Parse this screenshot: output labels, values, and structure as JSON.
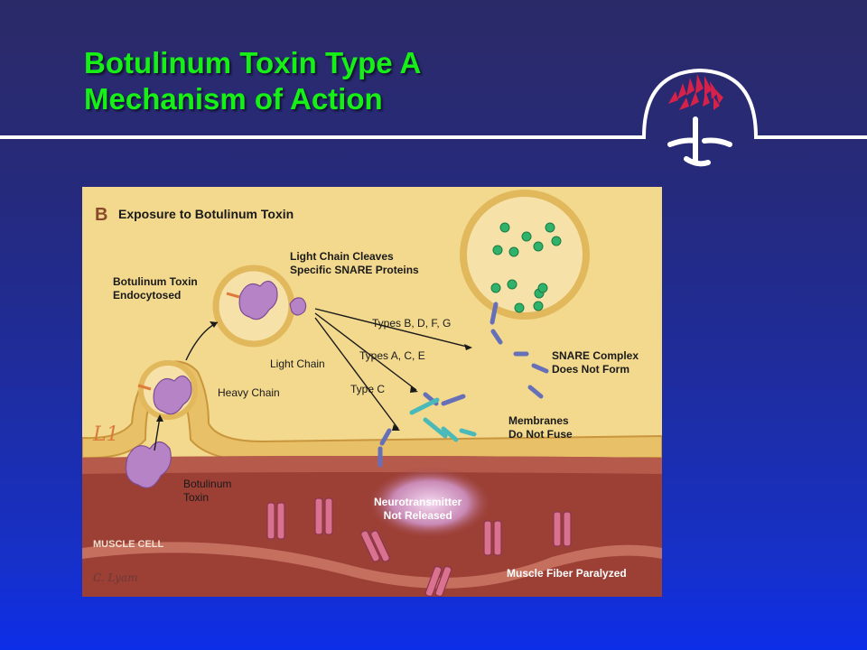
{
  "slide": {
    "title_line1": "Botulinum Toxin Type A",
    "title_line2": "Mechanism of Action"
  },
  "colors": {
    "title": "#16f016",
    "background_top": "#2b2a68",
    "background_bottom": "#0d2ee8",
    "rule": "#ffffff",
    "logo_red": "#d6224a",
    "figure_bg": "#f3d98d",
    "muscle": "#9c3f35",
    "toxin": "#b583c6",
    "vesicle_ring": "#e2b85c",
    "neurotransmitter": "#2fb36a",
    "snare_blue": "#6670b8",
    "snare_teal": "#4ab9b9",
    "receptor": "#d9718f"
  },
  "logo": {
    "icon": "stylized-figure-logo-icon"
  },
  "figure": {
    "panel_letter": "B",
    "panel_title": "Exposure to Botulinum Toxin",
    "labels": {
      "endocytosed_1": "Botulinum Toxin",
      "endocytosed_2": "Endocytosed",
      "cleaves_1": "Light Chain Cleaves",
      "cleaves_2": "Specific SNARE Proteins",
      "types_bdfg": "Types B, D, F, G",
      "types_ace": "Types A, C, E",
      "type_c": "Type C",
      "light_chain": "Light Chain",
      "heavy_chain": "Heavy Chain",
      "snare_1": "SNARE Complex",
      "snare_2": "Does Not Form",
      "membranes_1": "Membranes",
      "membranes_2": "Do Not Fuse",
      "botulinum_1": "Botulinum",
      "botulinum_2": "Toxin",
      "neuro_1": "Neurotransmitter",
      "neuro_2": "Not Released",
      "muscle_cell": "MUSCLE CELL",
      "paralyzed": "Muscle Fiber Paralyzed"
    },
    "signature": "C. Lyam",
    "corner_mark": "L1"
  }
}
